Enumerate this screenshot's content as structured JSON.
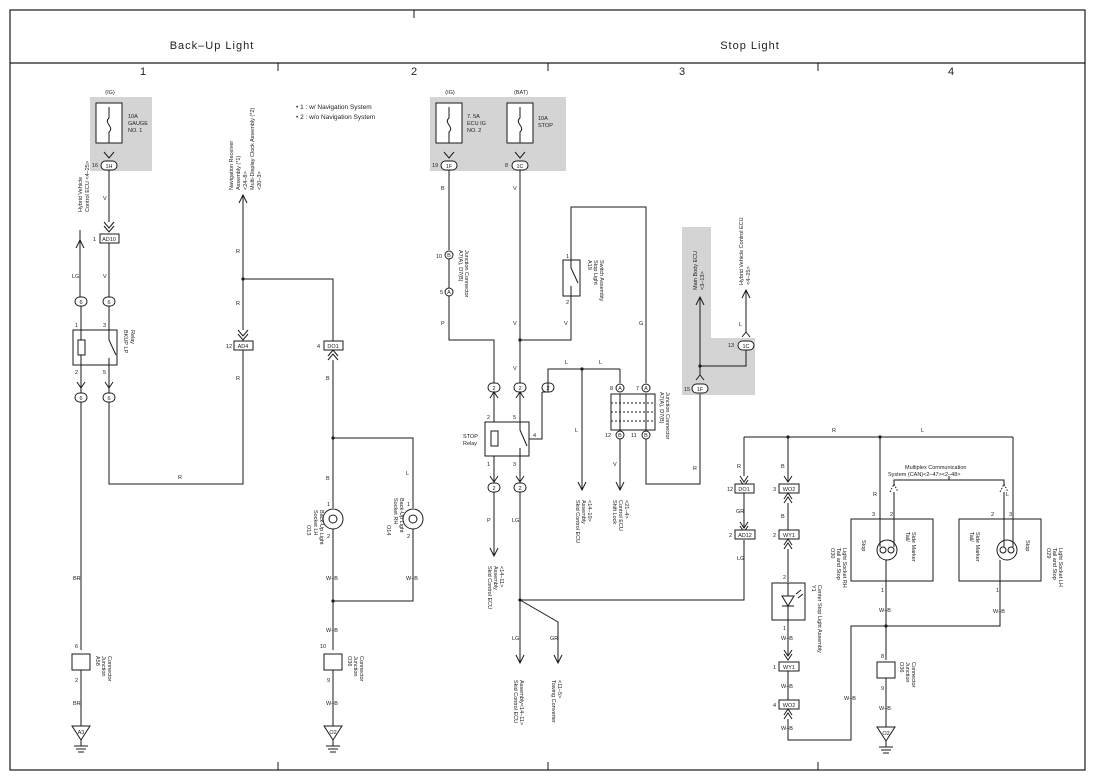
{
  "header": {
    "section_left": "Back–Up Light",
    "section_right": "Stop Light",
    "columns": [
      "1",
      "2",
      "3",
      "4"
    ]
  },
  "notes": {
    "note1": "• 1 : w/ Navigation System",
    "note2": "• 2 : w/o Navigation System"
  },
  "fuses": {
    "gauge": {
      "source": "(IG)",
      "rating": "10A",
      "name": "GAUGE",
      "name2": "NO. 1",
      "pin": "16",
      "conn": "1H"
    },
    "ecu_ig": {
      "source": "(IG)",
      "rating": "7. 5A",
      "name": "ECU IG",
      "name2": "NO. 2",
      "pin": "19",
      "conn": "1F"
    },
    "stop": {
      "source": "(BAT)",
      "rating": "10A",
      "name": "STOP",
      "pin": "8",
      "conn": "1C"
    }
  },
  "components": {
    "bkup_relay": {
      "label1": "BKUP LP",
      "label2": "Relay"
    },
    "stop_relay": {
      "label1": "STOP",
      "label2": "Relay"
    },
    "a19": {
      "id": "A19",
      "label1": "Stop Light",
      "label2": "Switch Assembly"
    },
    "a7a": {
      "id": "A7(A), D7(B)",
      "label": "Junction Connector"
    },
    "a7a2": {
      "id": "A7(A), D7(B)",
      "label": "Junction Connector"
    },
    "o13": {
      "id": "O13",
      "label1": "Back-Up Light",
      "label2": "Socket LH"
    },
    "o14": {
      "id": "O14",
      "label1": "Back-Up Light",
      "label2": "Socket RH"
    },
    "a58": {
      "id": "A58",
      "label": "Junction",
      "label2": "Connector"
    },
    "o36a": {
      "id": "O36",
      "label": "Junction",
      "label2": "Connector"
    },
    "o36b": {
      "id": "O36",
      "label": "Junction",
      "label2": "Connector"
    },
    "y1": {
      "id": "Y1",
      "label": "Center Stop Light Assembly"
    },
    "o30": {
      "id": "O30",
      "label1": "Tail and Stop",
      "label2": "Light Socket RH",
      "stop": "Stop",
      "tail": "Tail/",
      "side": "Side Marker"
    },
    "o29": {
      "id": "O29",
      "label1": "Tail and Stop",
      "label2": "Light Socket LH",
      "stop": "Stop",
      "tail": "Tail/",
      "side": "Side Marker"
    },
    "multiplex": {
      "label1": "Multiplex Communication",
      "label2": "System (CAN)<2–47><2–48>"
    }
  },
  "refs": {
    "hv_ecu": {
      "label1": "Hybrid Vehicle",
      "label2": "Control ECU <4–25>"
    },
    "nav": {
      "label1": "Navigation Receiver",
      "label2": "Assembly (*1)",
      "label3": "<24–8>",
      "label4": "Multi-Display Clock Assembly (*2)",
      "label5": "<20–3>"
    },
    "main_body": {
      "label1": "Main Body ECU",
      "label2": "<3–13>"
    },
    "hv_ecu2": {
      "label1": "Hybrid Vehicle Control ECU",
      "label2": "<4–25>"
    },
    "skid1": {
      "label1": "Skid Control ECU",
      "label2": "Assembly",
      "label3": "<14–11>"
    },
    "skid2": {
      "label1": "Skid Control ECU",
      "label2": "Assembly",
      "label3": "<14–10>"
    },
    "shift": {
      "label1": "Shift Lock",
      "label2": "Control ECU",
      "label3": "<21–4>"
    },
    "skid3": {
      "label1": "Skid Control ECU",
      "label2": "Assembly<14–11>"
    },
    "towing": {
      "label1": "Towing Converter",
      "label2": "<11–5>"
    }
  },
  "connectors": {
    "ad10": "AD10",
    "ad4": "AD4",
    "do1a": "DO1",
    "do1b": "DO1",
    "ad12": "AD12",
    "wo2a": "WO2",
    "wy1a": "WY1",
    "wy1b": "WY1",
    "wo2b": "WO2",
    "c6": "6",
    "c2": "2",
    "c1f": "1F",
    "c1c": "1C",
    "ca": "A",
    "cb": "B"
  },
  "grounds": {
    "a3": "A3",
    "o2a": "O2",
    "o2b": "O2"
  },
  "wire_colors": {
    "v": "V",
    "lg": "LG",
    "r": "R",
    "b": "B",
    "p": "P",
    "g": "G",
    "l": "L",
    "br": "BR",
    "wb": "W–B",
    "gr": "GR"
  },
  "pins": {
    "p1": "1",
    "p2": "2",
    "p3": "3",
    "p4": "4",
    "p5": "5",
    "p6": "6",
    "p7": "7",
    "p8": "8",
    "p9": "9",
    "p10": "10",
    "p11": "11",
    "p12": "12",
    "p13": "13",
    "p15": "15"
  }
}
